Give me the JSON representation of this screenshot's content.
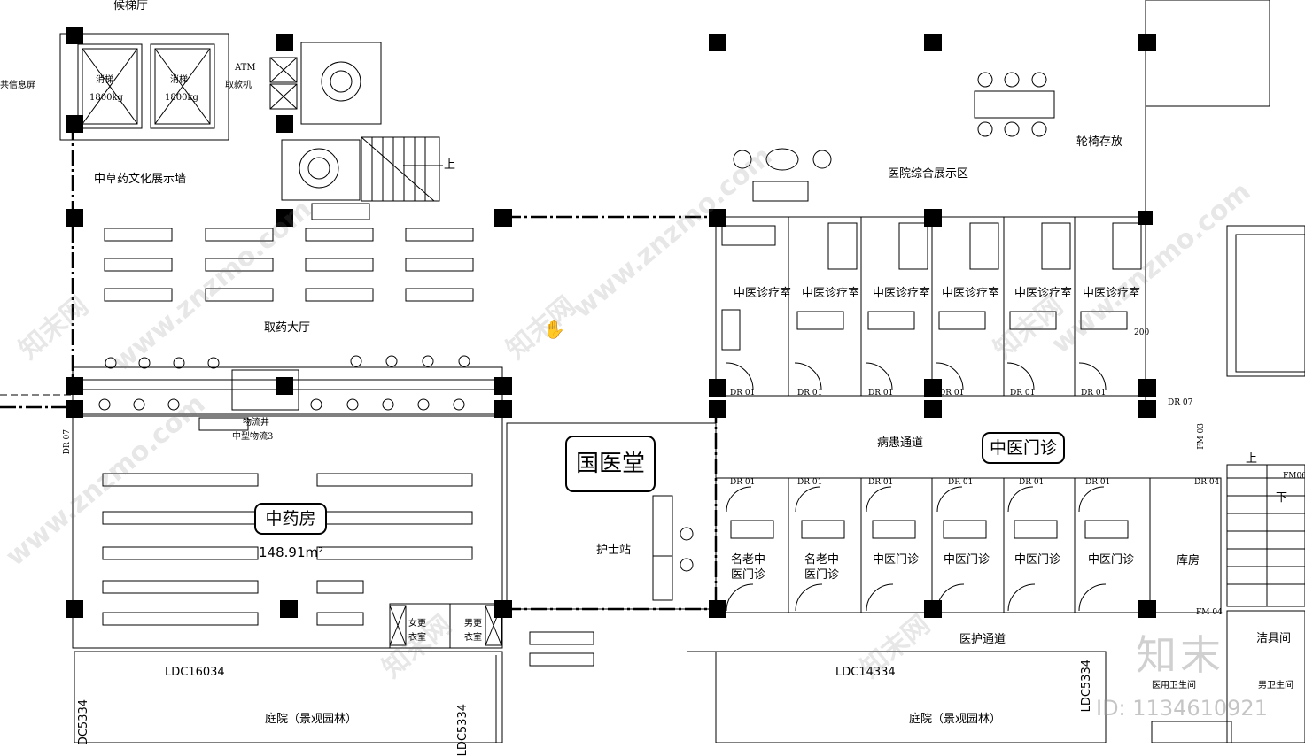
{
  "rooms": {
    "elevator_hall": "候梯厅",
    "public_info_screen": "共信息屏",
    "elevator_1": "消梯",
    "elevator_1_load": "1800kg",
    "elevator_2": "消梯",
    "elevator_2_load": "1800kg",
    "atm": "ATM",
    "atm_label": "取款机",
    "stair_up": "上",
    "herb_culture_wall": "中草药文化展示墙",
    "pharmacy_hall": "取药大厅",
    "hospital_display": "医院综合展示区",
    "wheelchair_storage": "轮椅存放",
    "therapy_rooms": [
      "中医诊疗室",
      "中医诊疗室",
      "中医诊疗室",
      "中医诊疗室",
      "中医诊疗室",
      "中医诊疗室"
    ],
    "logistics": "物流井",
    "logistics_2": "中型物流3",
    "corridor": "病患通道",
    "tcm_clinic": "中医门诊",
    "tcm_pharmacy": "中药房",
    "pharmacy_area": "148.91m²",
    "guoyitang": "国医堂",
    "nurse_station": "护士站",
    "famous_clinic_1": "名老中医门诊",
    "famous_clinic_2": "名老中医门诊",
    "tcm_clinic_rooms": [
      "中医门诊",
      "中医门诊",
      "中医门诊",
      "中医门诊"
    ],
    "storage": "库房",
    "female_locker": "女更衣室",
    "male_locker": "男更衣室",
    "staff_corridor": "医护通道",
    "cleaning_room": "洁具间",
    "medical_wc": "医用卫生间",
    "male_wc": "男卫生间",
    "courtyard_1": "庭院（景观园林）",
    "courtyard_2": "庭院（景观园林）",
    "ldc_1": "LDC16034",
    "ldc_2": "LDC14334",
    "ldc_3": "DC5334",
    "ldc_4": "LDC5334",
    "ldc_5": "LDC5334",
    "stair_up_2": "上",
    "stair_down": "下"
  },
  "doors": {
    "dr01": "DR 01",
    "dr04": "DR 04",
    "dr07": "DR 07",
    "fm03": "FM 03",
    "fm04": "FM 04",
    "fm06": "FM06",
    "num200": "200"
  },
  "watermark": {
    "site": "www.znzmo.com",
    "brand": "知末网",
    "logo": "知末",
    "id": "ID: 1134610921"
  }
}
